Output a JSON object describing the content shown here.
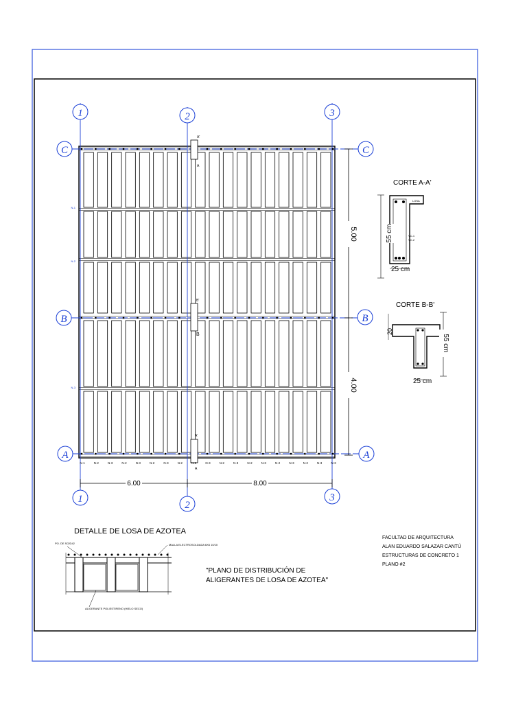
{
  "grid": {
    "columns": [
      "1",
      "2",
      "3"
    ],
    "rows": [
      "C",
      "B",
      "A"
    ]
  },
  "dimensions": {
    "horizontal": [
      "6.00",
      "8.00"
    ],
    "vertical": [
      "5.00",
      "4.00"
    ]
  },
  "section_marks": {
    "top": [
      "A",
      "A'"
    ],
    "middle": [
      "B",
      "B'"
    ],
    "bottom": [
      "A",
      "A'"
    ]
  },
  "corte_aa": {
    "title": "CORTE A-A'",
    "height_label": "55 cm",
    "width_label": "25 cm",
    "slab_note": "LOSA",
    "beam_notes": [
      "VC-1",
      "VC-2"
    ]
  },
  "corte_bb": {
    "title": "CORTE B-B'",
    "height_label": "55 cm",
    "width_label": "25 cm",
    "slab_label": "20"
  },
  "detail": {
    "title": "DETALLE DE LOSA DE AZOTEA",
    "note_left": "PO. DE SG/D42",
    "note_right": "MALLA ELECTROSOLDADA 6X6 10/10",
    "note_bottom": "ALIGERANTE POLIESTIRENO (HIELO SECO)"
  },
  "plan_title": {
    "line1": "\"PLANO DE DISTRIBUCIÓN DE",
    "line2": "ALIGERANTES DE LOSA DE AZOTEA\""
  },
  "title_block": {
    "line1": "FACULTAD DE ARQUITECTURA",
    "line2": "ALAN EDUARDO SALAZAR CANTÚ",
    "line3": "ESTRUCTURAS DE CONCRETO 1",
    "line4": "PLANO #2"
  },
  "joist_labels": {
    "bottom": [
      "N-1",
      "N-2",
      "N-3",
      "N-2",
      "N-3",
      "N-2",
      "N-3",
      "N-2",
      "N-2",
      "N-3",
      "N-2",
      "N-3",
      "N-2",
      "N-3",
      "N-2",
      "N-3",
      "N-2",
      "N-3",
      "N-3"
    ],
    "left": [
      "N-1",
      "N-2",
      "N-3"
    ]
  },
  "colors": {
    "grid_blue": "#1a3fd6",
    "frame_blue": "#3355dd",
    "ink": "#000000"
  }
}
